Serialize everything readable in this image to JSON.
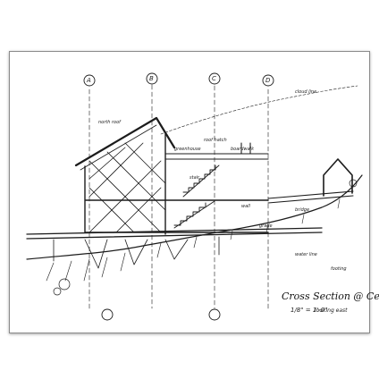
{
  "drawing": {
    "title": "Cross Section @ Center Bay",
    "scale": "1/8\" = 1'-0\"",
    "subtitle": "looking east",
    "grid_markers": [
      "A",
      "B",
      "C",
      "D"
    ],
    "labels": {
      "north_roof": "north roof",
      "greenhouse": "greenhouse",
      "roof_hatch": "roof hatch",
      "boardwalk": "boardwalk",
      "cloud_line": "cloud line",
      "bridge": "bridge",
      "grade": "grade",
      "stair": "stair",
      "wall": "wall",
      "water_line": "water line",
      "footing": "footing"
    },
    "colors": {
      "ink": "#1c1c1c",
      "frame_border": "#8a8a8a",
      "paper": "#ffffff"
    }
  }
}
